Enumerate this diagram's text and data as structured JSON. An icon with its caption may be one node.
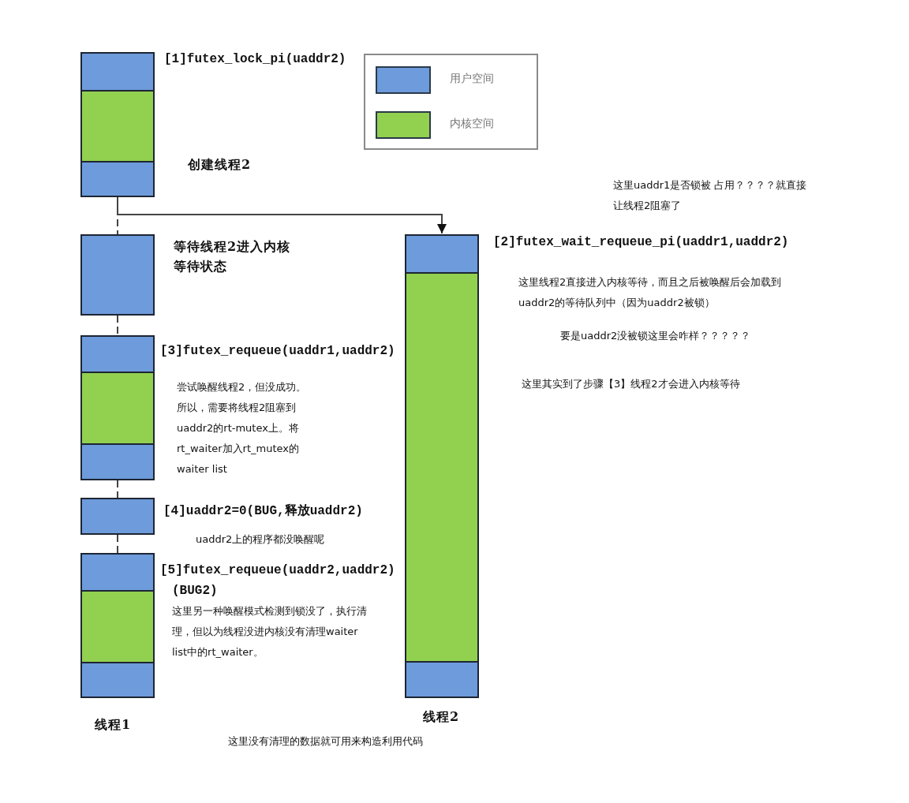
{
  "diagram": {
    "nodes": [
      {
        "text": [],
        "shape": "box",
        "beside": [
          "[1]futex_lock_pi(uaddr2)",
          "创建线程2"
        ]
      },
      {
        "text": [],
        "shape": "box",
        "beside": [
          "等待线程2进入内核等待状态"
        ]
      },
      {
        "text": [],
        "shape": "box",
        "beside": [
          "[3]futex_requeue(uaddr1,uaddr2)",
          "尝试唤醒线程2，但没成功。所以，需要将线程2阻塞到uaddr2的rt-mutex上。将rt_waiter加入rt_mutex的waiter list"
        ]
      },
      {
        "text": [],
        "shape": "box",
        "beside": [
          "[4]uaddr2=0(BUG,释放uaddr2)",
          "uaddr2上的程序都没唤醒呢"
        ]
      },
      {
        "text": [],
        "shape": "box",
        "beside": [
          "[5]futex_requeue(uaddr2,uaddr2) (BUG2)",
          "这里另一种唤醒模式检测到锁没了，执行清理，但以为线程没进内核没有清理waiter list中的rt_waiter。"
        ]
      },
      {
        "text": [],
        "shape": "box",
        "beside": [
          "[2]futex_wait_requeue_pi(uaddr1,uaddr2)",
          "这里线程2直接进入内核等待，而且之后被唤醒后会加载到uaddr2的等待队列中（因为uaddr2被锁）"
        ]
      }
    ],
    "edges": [
      {
        "from": 0,
        "to": 1,
        "arrow": "none",
        "style": "dashed"
      },
      {
        "from": 0,
        "to": 5,
        "arrow": "to"
      },
      {
        "from": 1,
        "to": 2,
        "arrow": "none",
        "style": "dashed"
      },
      {
        "from": 2,
        "to": 3,
        "arrow": "none",
        "style": "dashed"
      },
      {
        "from": 3,
        "to": 4,
        "arrow": "none",
        "style": "dashed"
      }
    ],
    "labels": [
      "这里uaddr1是否锁被 占用？？？？就直接让线程2阻塞了",
      "要是uaddr2没被锁这里会咋样？？？？？",
      "这里其实到了步骤【3】线程2才会进入内核等待",
      "线程1",
      "线程2",
      "这里没有清理的数据就可用来构造利用代码"
    ],
    "legend": [
      {
        "text": "用户空间",
        "color": "#6d9bdb"
      },
      {
        "text": "内核空间",
        "color": "#92d050"
      }
    ]
  }
}
